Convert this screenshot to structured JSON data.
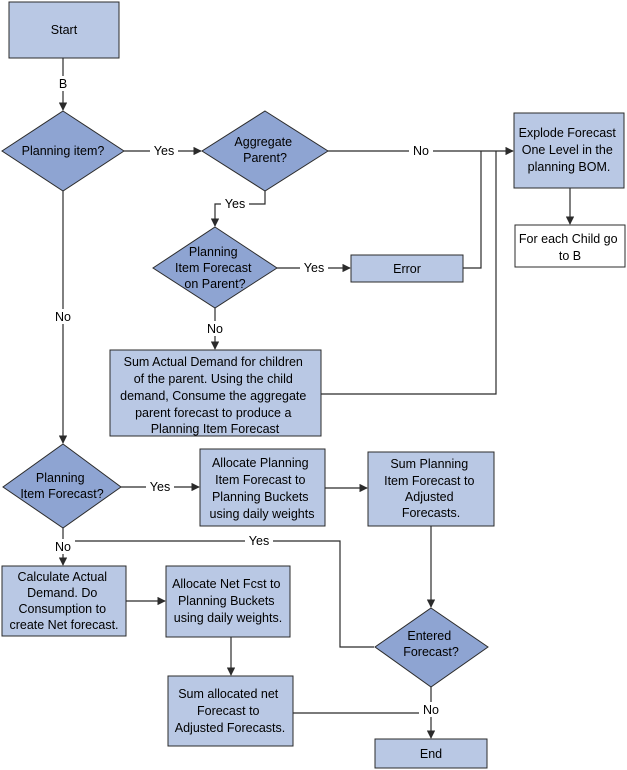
{
  "colors": {
    "process_fill": "#b9c8e4",
    "decision_fill": "#8ea4d2",
    "plain_fill": "#ffffff",
    "stroke": "#2b2b2b"
  },
  "nodes": {
    "start": "Start",
    "planning_item": "Planning item?",
    "aggregate_parent": [
      "Aggregate",
      "Parent?"
    ],
    "explode_forecast": [
      "Explode Forecast",
      "One Level in the",
      "planning BOM."
    ],
    "for_each_child": [
      "For each Child go",
      "to B"
    ],
    "planning_item_forecast_on_parent": [
      "Planning",
      "Item Forecast",
      "on Parent?"
    ],
    "error": "Error",
    "sum_actual_demand": [
      "Sum Actual Demand for children",
      "of the parent. Using the child",
      "demand, Consume the aggregate",
      "parent forecast to produce a",
      "Planning Item Forecast"
    ],
    "planning_item_forecast": [
      "Planning",
      "Item Forecast?"
    ],
    "allocate_planning_item_forecast": [
      "Allocate Planning",
      "Item Forecast to",
      "Planning Buckets",
      "using daily weights"
    ],
    "sum_planning_item_forecast": [
      "Sum Planning",
      "Item Forecast to",
      "Adjusted",
      "Forecasts."
    ],
    "calculate_actual_demand": [
      "Calculate Actual",
      "Demand. Do",
      "Consumption to",
      "create Net forecast."
    ],
    "allocate_net_fcst": [
      "Allocate Net Fcst to",
      "Planning Buckets",
      "using daily weights."
    ],
    "entered_forecast": [
      "Entered",
      "Forecast?"
    ],
    "sum_allocated_net": [
      "Sum allocated net",
      "Forecast to",
      "Adjusted Forecasts."
    ],
    "end": "End"
  },
  "edge_labels": {
    "b": "B",
    "yes": "Yes",
    "no": "No"
  }
}
